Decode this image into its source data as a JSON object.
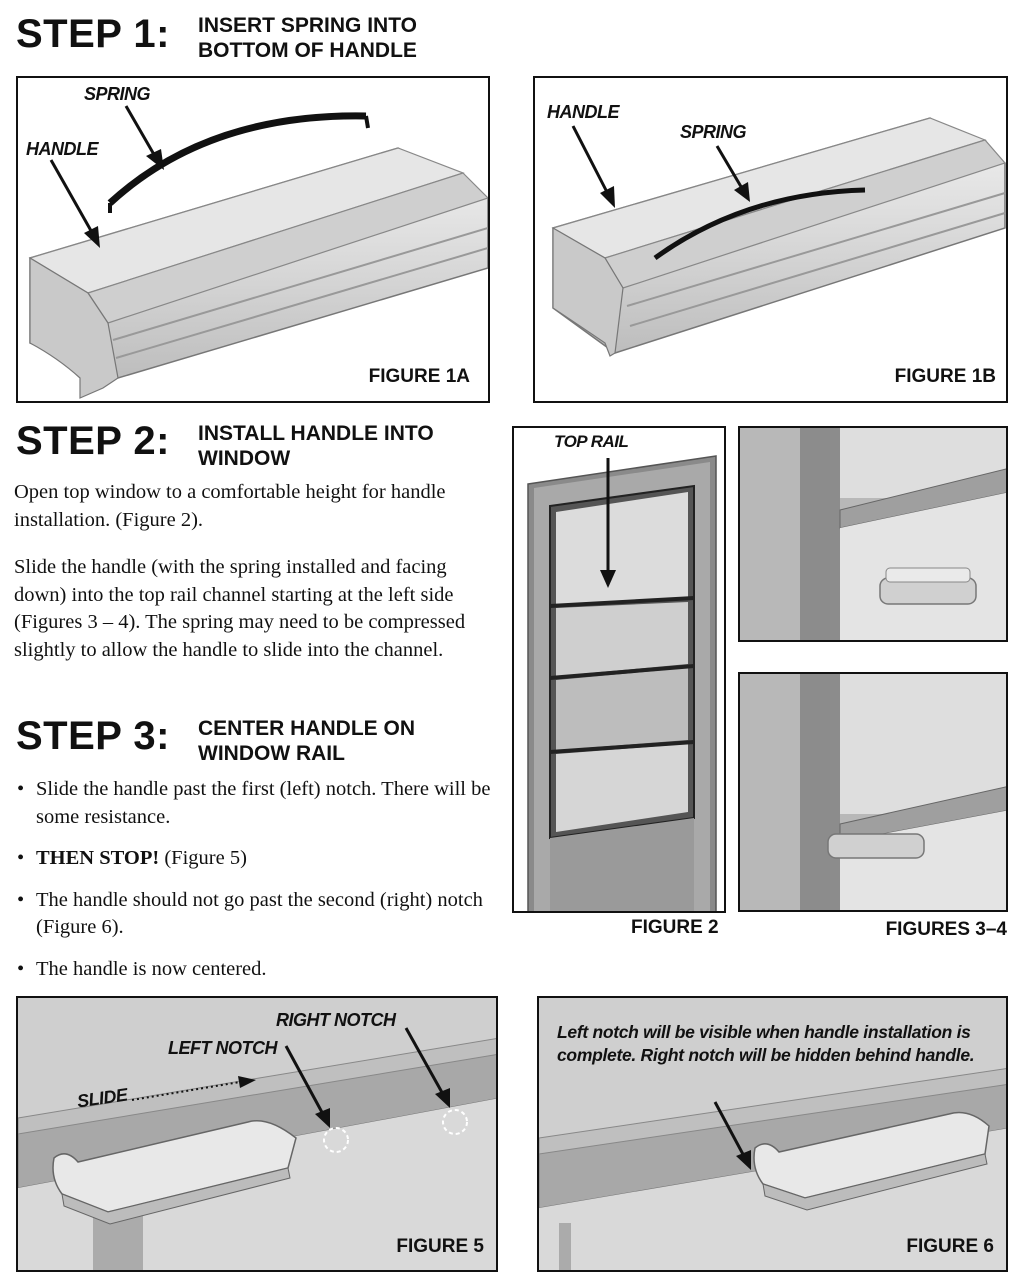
{
  "step1": {
    "word": "STEP 1:",
    "title_line1": "INSERT SPRING INTO",
    "title_line2": "BOTTOM OF HANDLE"
  },
  "fig1a": {
    "label": "FIGURE 1A",
    "callout_spring": "SPRING",
    "callout_handle": "HANDLE"
  },
  "fig1b": {
    "label": "FIGURE 1B",
    "callout_handle": "HANDLE",
    "callout_spring": "SPRING"
  },
  "step2": {
    "word": "STEP 2:",
    "title_line1": "INSTALL HANDLE INTO",
    "title_line2": "WINDOW",
    "para1": "Open top window to a comfortable height for handle installation. (Figure 2).",
    "para2": "Slide the handle (with the spring installed and facing down) into the top rail channel starting at the left side (Figures 3 – 4).  The spring may need to be compressed slightly to allow the handle to slide into the channel."
  },
  "fig2": {
    "label": "FIGURE 2",
    "callout_top_rail": "TOP RAIL"
  },
  "fig34": {
    "label": "FIGURES 3–4"
  },
  "step3": {
    "word": "STEP 3:",
    "title_line1": "CENTER HANDLE ON",
    "title_line2": "WINDOW RAIL",
    "bullet1": "Slide the handle past the first (left) notch. There will be some resistance.",
    "bullet2_bold": "THEN STOP!",
    "bullet2_rest": " (Figure 5)",
    "bullet3": "The handle should not go past the second (right) notch (Figure 6).",
    "bullet4": "The handle is now centered."
  },
  "fig5": {
    "label": "FIGURE 5",
    "callout_right_notch": "RIGHT NOTCH",
    "callout_left_notch": "LEFT NOTCH",
    "callout_slide": "SLIDE"
  },
  "fig6": {
    "label": "FIGURE 6",
    "note": "Left notch will be visible when handle installation is complete. Right notch will be hidden behind handle."
  }
}
